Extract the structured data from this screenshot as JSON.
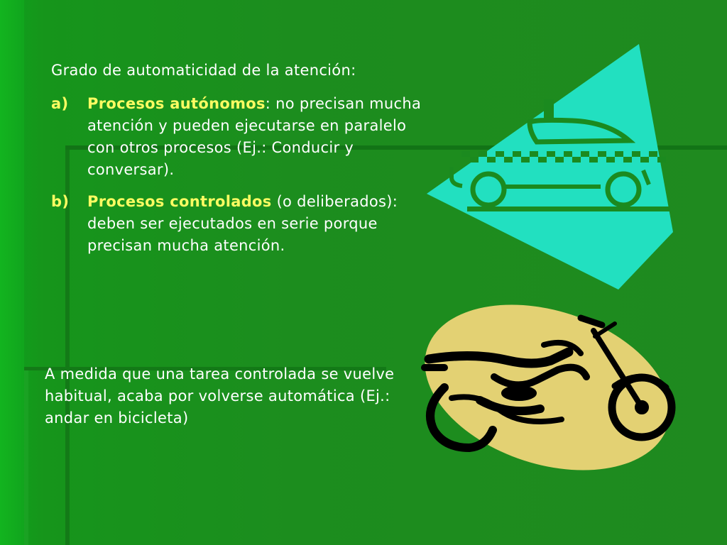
{
  "slide": {
    "title": "Grado de automaticidad de la atención:",
    "items": [
      {
        "marker": "a)",
        "term": "Procesos autónomos",
        "text": ": no precisan mucha atención y pueden ejecutarse en paralelo con otros procesos (Ej.: Conducir y conversar)."
      },
      {
        "marker": "b)",
        "term": "Procesos controlados",
        "text": " (o deliberados): deben ser ejecutados en serie porque precisan mucha atención."
      }
    ],
    "footer": "A medida que una tarea controlada se vuelve habitual, acaba por volverse automática (Ej.: andar en bicicleta)"
  },
  "colors": {
    "background": "#1f8a1f",
    "text": "#ffffff",
    "highlight": "#fbfb62",
    "taxi_fan": "#22e0c0",
    "moto_oval": "#e3d173"
  },
  "icons": [
    "taxi-clipart",
    "motorcycle-clipart"
  ]
}
